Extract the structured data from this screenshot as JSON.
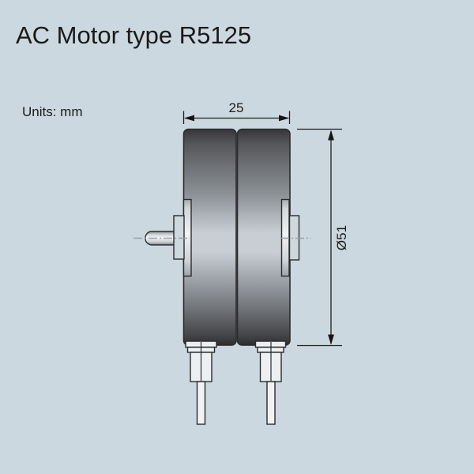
{
  "header": {
    "title": "AC Motor type R5125",
    "units_label": "Units: mm"
  },
  "dimensions": {
    "width_mm": "25",
    "diameter_mm": "Ø51"
  },
  "colors": {
    "background": "#ccd8e0",
    "body_dark": "#36363a",
    "body_light": "#c9ced4",
    "outline": "#2b2b2c",
    "hub_fill": "#cdd8df",
    "terminal_fill": "#edf0f2",
    "centerline": "#98a0a8",
    "dimension_line": "#1f1f1f",
    "text": "#1a1a1a"
  }
}
